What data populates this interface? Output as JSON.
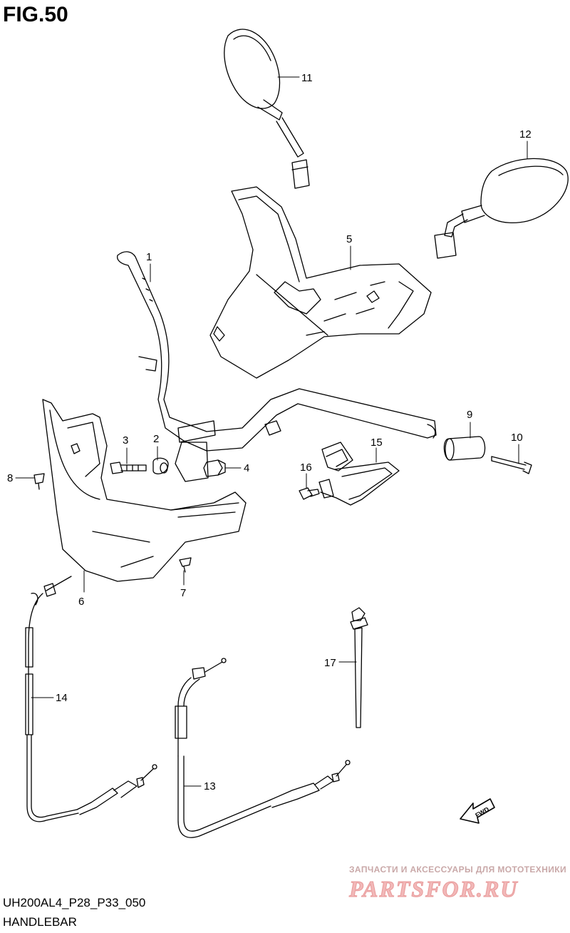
{
  "figure": {
    "title": "FIG.50",
    "code": "UH200AL4_P28_P33_050",
    "name": "HANDLEBAR"
  },
  "direction_badge": "FWD",
  "watermark": {
    "tagline": "ЗАПЧАСТИ И АКСЕССУАРЫ ДЛЯ МОТОТЕХНИКИ",
    "logo": "PARTSFOR.RU"
  },
  "callouts": [
    {
      "label": "1"
    },
    {
      "label": "2"
    },
    {
      "label": "3"
    },
    {
      "label": "4"
    },
    {
      "label": "5"
    },
    {
      "label": "6"
    },
    {
      "label": "7"
    },
    {
      "label": "8"
    },
    {
      "label": "9"
    },
    {
      "label": "10"
    },
    {
      "label": "11"
    },
    {
      "label": "12"
    },
    {
      "label": "13"
    },
    {
      "label": "14"
    },
    {
      "label": "15"
    },
    {
      "label": "16"
    },
    {
      "label": "17"
    }
  ],
  "colors": {
    "line": "#000000",
    "watermark": "#e89a9a"
  }
}
